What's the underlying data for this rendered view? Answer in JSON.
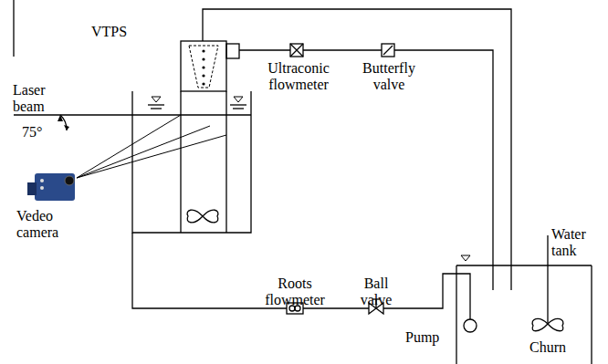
{
  "diagram": {
    "labels": [
      "VTPS",
      "Ultraconic flowmeter",
      "Butterfly valve",
      "Laser beam",
      "75°",
      "Vedeo camera",
      "Roots flowmeter",
      "Ball valve",
      "Pump",
      "Churn",
      "Water tank"
    ]
  }
}
